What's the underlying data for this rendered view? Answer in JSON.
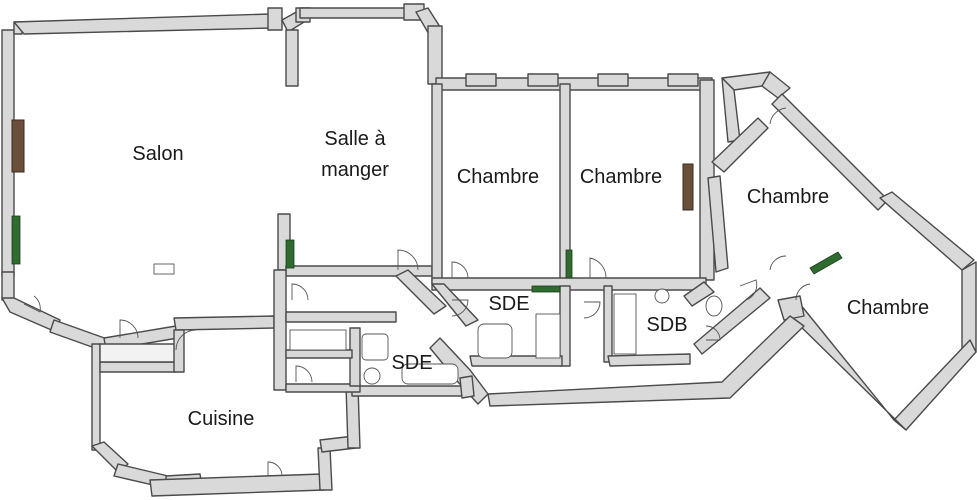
{
  "plan": {
    "rooms": {
      "salon": "Salon",
      "salle_a_manger_line1": "Salle à",
      "salle_a_manger_line2": "manger",
      "chambre_1": "Chambre",
      "chambre_2": "Chambre",
      "chambre_3": "Chambre",
      "chambre_4": "Chambre",
      "sde_1": "SDE",
      "sde_2": "SDE",
      "sdb": "SDB",
      "cuisine": "Cuisine"
    },
    "colors": {
      "wall_fill": "#d9d9d9",
      "wall_stroke": "#4a4a4a",
      "radiator": "#2e6b2e",
      "fireplace": "#6b4f3a"
    }
  }
}
